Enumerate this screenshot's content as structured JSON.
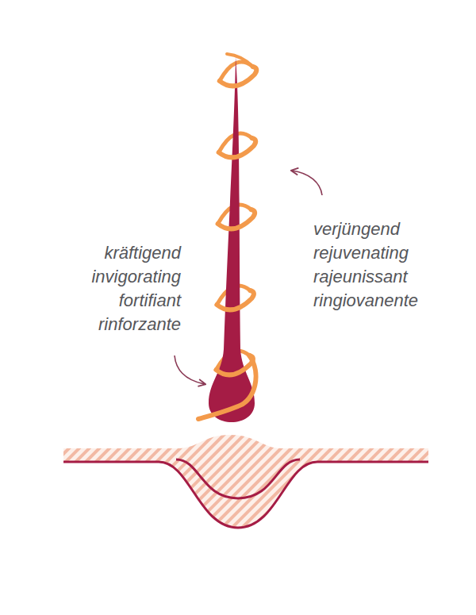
{
  "diagram": {
    "labels": [
      "kräftigend",
      "invigorating",
      "fortifiant",
      "rinforzante",
      "verjüngend",
      "rejuvenating",
      "rajeunissant",
      "ringiovanente"
    ]
  }
}
